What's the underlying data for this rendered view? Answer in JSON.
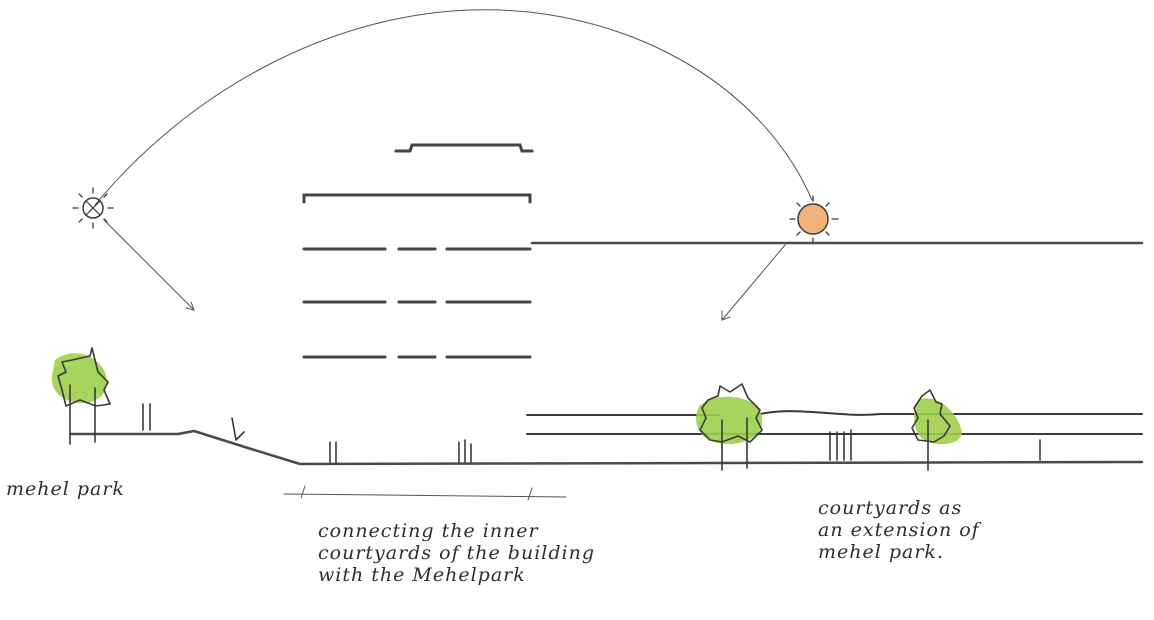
{
  "annotations": {
    "left": "mehel park",
    "center": "connecting the inner\ncourtyards of the building\nwith the Mehelpark",
    "right": "courtyards as\nan extension of\nmehel park."
  },
  "colors": {
    "ink": "#3a3a3a",
    "tree_green": "#9ccf4a",
    "sun_orange": "#f2b27a"
  },
  "icons": {
    "winter_sun": "sun-icon",
    "summer_sun": "sun-icon",
    "tree": "tree-icon",
    "person": "person-icon"
  }
}
